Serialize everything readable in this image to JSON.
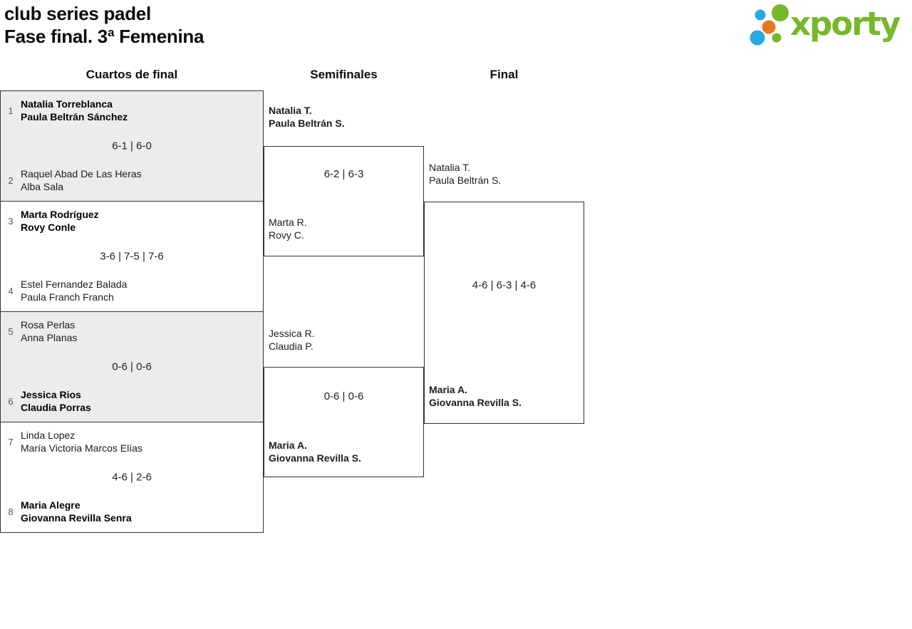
{
  "header": {
    "title_line1": "club series padel",
    "title_line2": "Fase final. 3ª Femenina"
  },
  "logo": {
    "text": "xporty",
    "colors": {
      "green": "#76b82a",
      "blue": "#29a8e0",
      "orange": "#e87722"
    }
  },
  "columns": {
    "quarterfinals": "Cuartos de final",
    "semifinals": "Semifinales",
    "final": "Final"
  },
  "bracket": {
    "quarterfinals": [
      {
        "seed_top": "1",
        "team_top": [
          "Natalia Torreblanca",
          "Paula Beltrán Sánchez"
        ],
        "score": "6-1 | 6-0",
        "seed_bottom": "2",
        "team_bottom": [
          "Raquel Abad De Las Heras",
          "Alba Sala"
        ],
        "winner": "top"
      },
      {
        "seed_top": "3",
        "team_top": [
          "Marta Rodríguez",
          "Rovy Conle"
        ],
        "score": "3-6 | 7-5 | 7-6",
        "seed_bottom": "4",
        "team_bottom": [
          "Estel Fernandez Balada",
          "Paula Franch Franch"
        ],
        "winner": "top"
      },
      {
        "seed_top": "5",
        "team_top": [
          "Rosa Perlas",
          "Anna Planas"
        ],
        "score": "0-6 | 0-6",
        "seed_bottom": "6",
        "team_bottom": [
          "Jessica Rios",
          "Claudia Porras"
        ],
        "winner": "bottom"
      },
      {
        "seed_top": "7",
        "team_top": [
          "Linda Lopez",
          "María Victoria Marcos Elías"
        ],
        "score": "4-6 | 2-6",
        "seed_bottom": "8",
        "team_bottom": [
          "Maria Alegre",
          "Giovanna Revilla Senra"
        ],
        "winner": "bottom"
      }
    ],
    "semifinals": [
      {
        "team_top": [
          "Natalia T.",
          "Paula Beltrán S."
        ],
        "score": "6-2 | 6-3",
        "team_bottom": [
          "Marta R.",
          "Rovy C."
        ],
        "winner": "top"
      },
      {
        "team_top": [
          "Jessica R.",
          "Claudia P."
        ],
        "score": "0-6 | 0-6",
        "team_bottom": [
          "Maria A.",
          "Giovanna Revilla S."
        ],
        "winner": "bottom"
      }
    ],
    "final": {
      "team_top": [
        "Natalia T.",
        "Paula Beltrán S."
      ],
      "score": "4-6 | 6-3 | 4-6",
      "team_bottom": [
        "Maria A.",
        "Giovanna Revilla S."
      ],
      "winner": "bottom"
    }
  }
}
